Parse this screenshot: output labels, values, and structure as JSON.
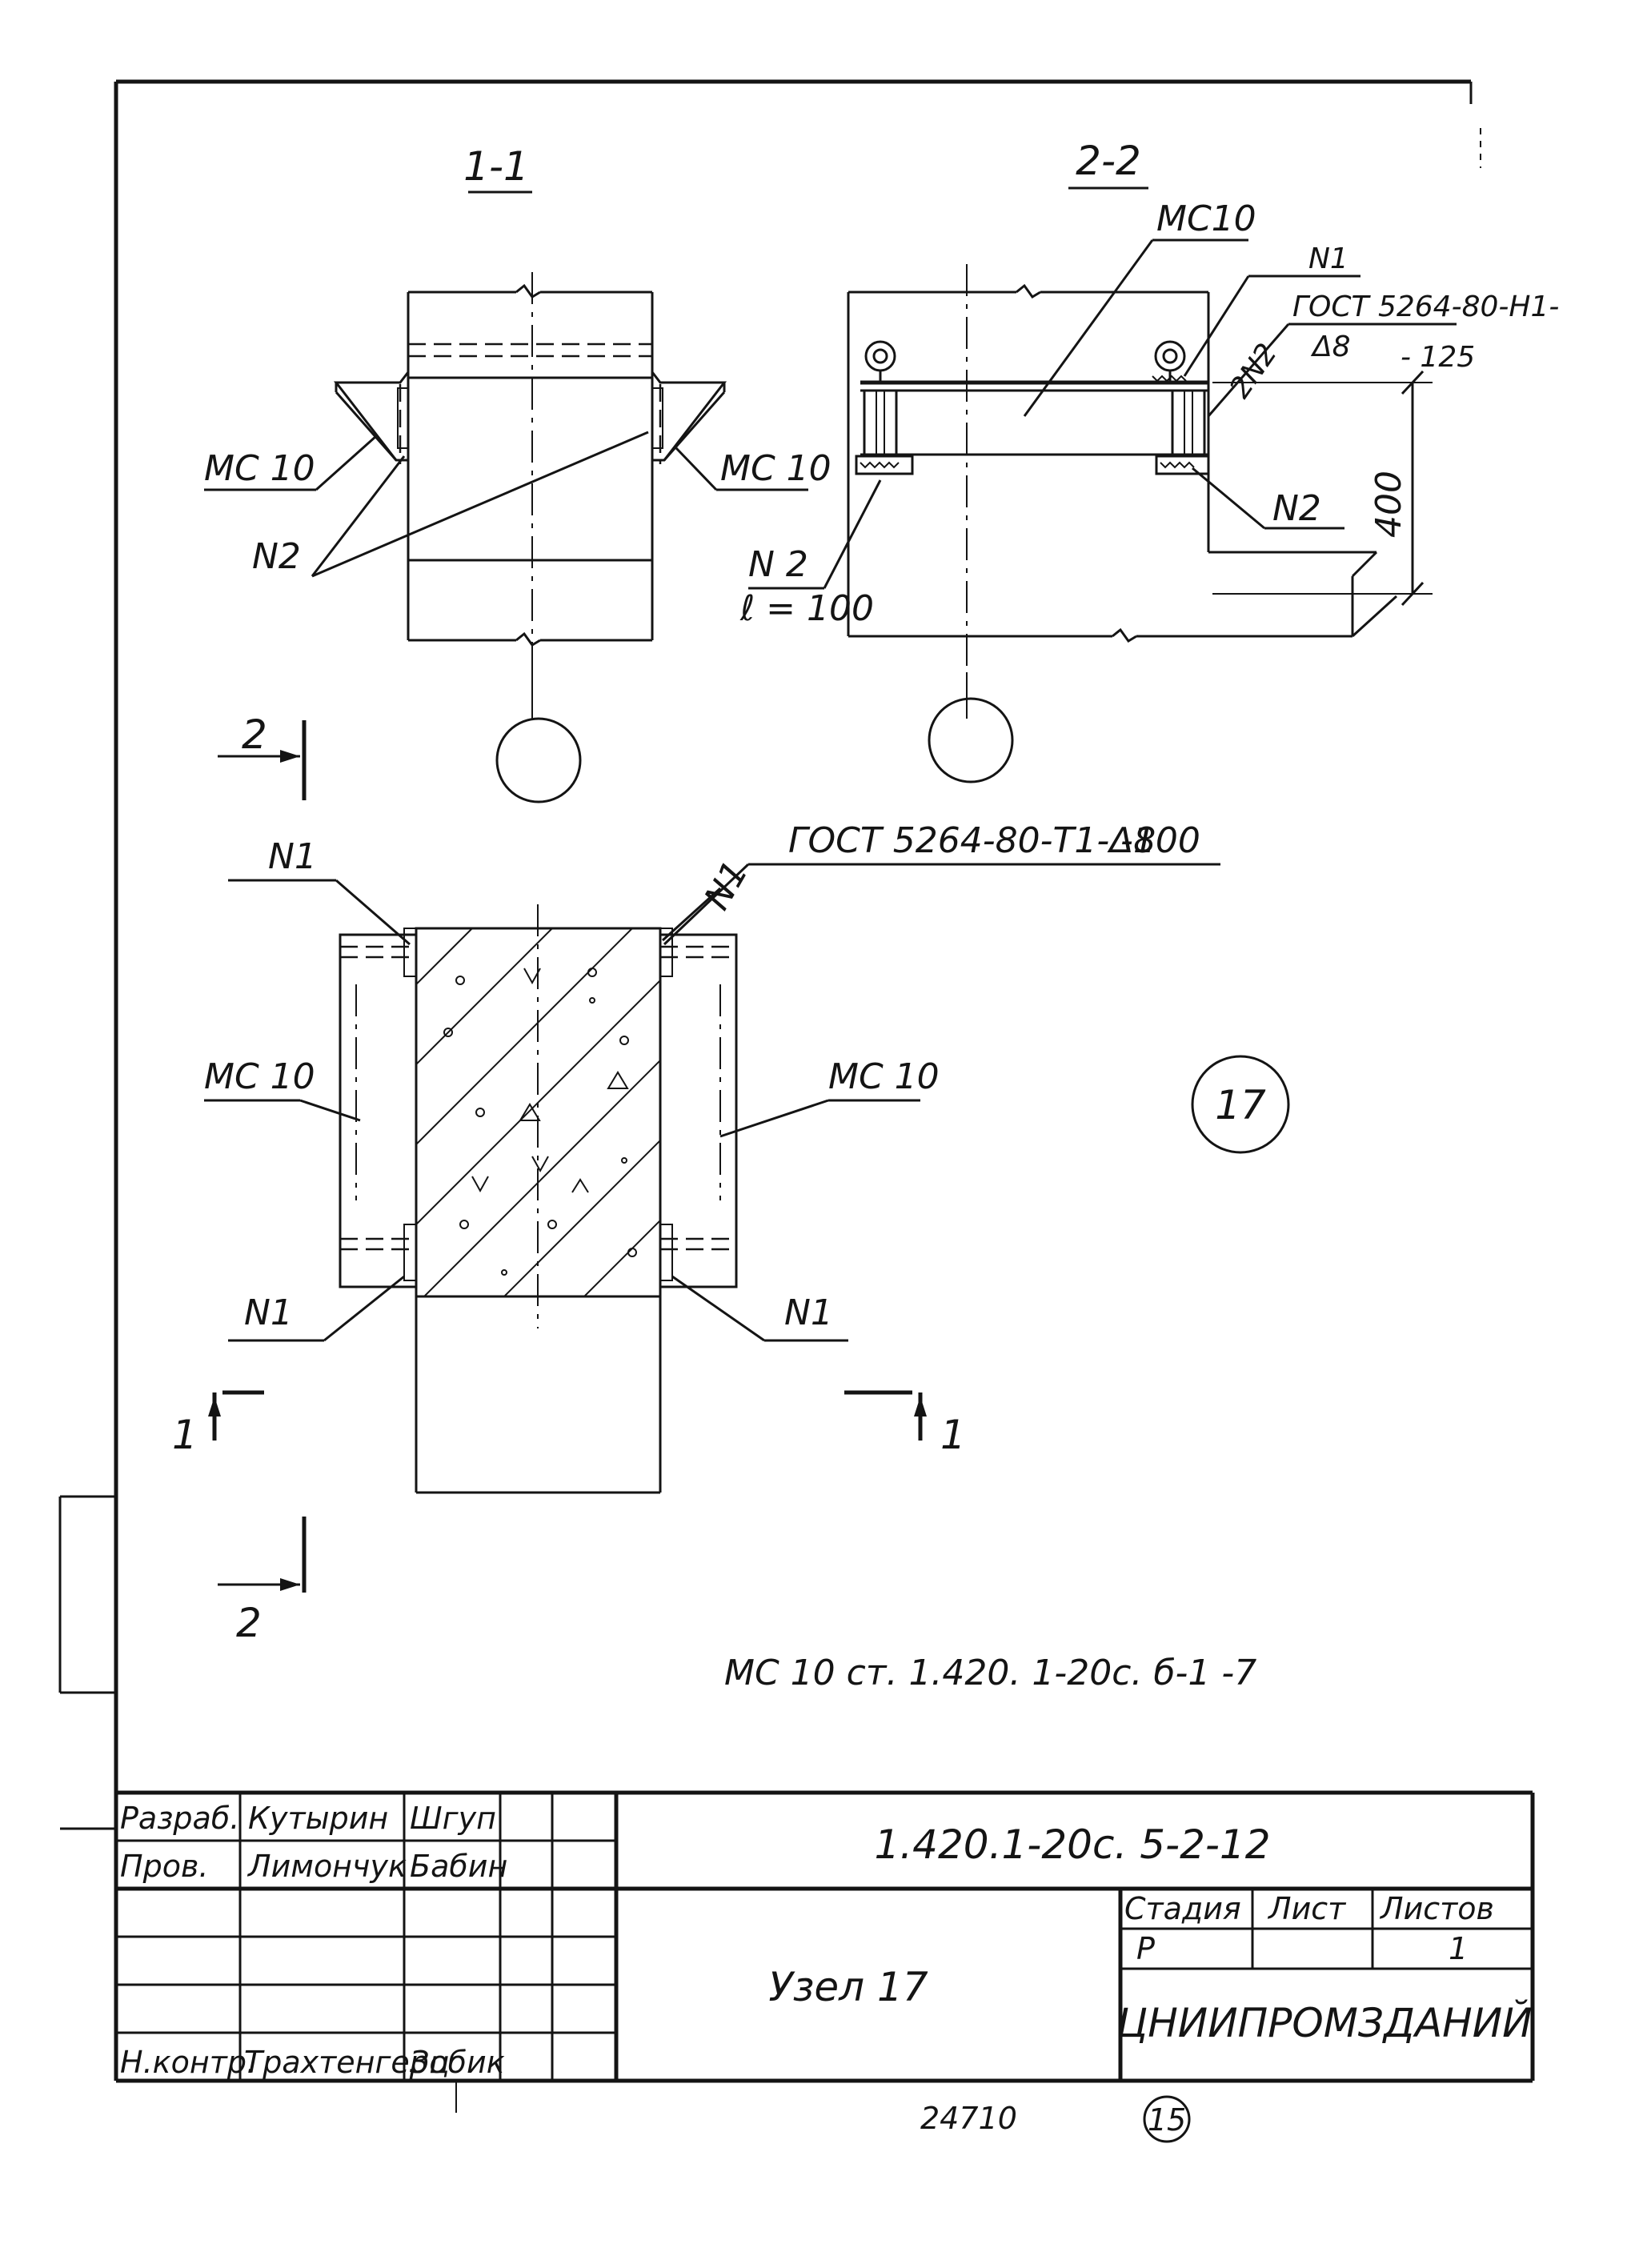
{
  "sections": {
    "s11": {
      "label": "1-1",
      "left_profile": "МС 10",
      "right_profile": "МС 10",
      "part": "N2"
    },
    "s22": {
      "label": "2-2",
      "beam": "МС10",
      "n1": "N1",
      "gost_line1": "ГОСТ 5264-80-Н1-",
      "gost_line2": "Δ8",
      "gost_len": "- 125",
      "n2_count": "2N2",
      "dim": "400",
      "n2_right": "N2",
      "n2_left": "N 2",
      "n2_len": "ℓ = 100"
    }
  },
  "plan": {
    "arrow2_top": "2",
    "arrow2_bottom": "2",
    "gost": "ГОСТ 5264-80-Т1-Δ8",
    "gost_len": "-100",
    "n1_tl": "N1",
    "n1_tr": "N1",
    "n1_bl": "N1",
    "n1_br": "N1",
    "ms_left": "МС 10",
    "ms_right": "МС 10",
    "node_circle": "17",
    "cut1_left": "1",
    "cut1_right": "1"
  },
  "note": "МС 10 ст. 1.420. 1-20с. б-1  -7",
  "title_block": {
    "row1_role": "Разраб.",
    "row1_name": "Кутырин",
    "row1_sign": "Шгуп",
    "row2_role": "Пров.",
    "row2_name": "Лимончук",
    "row2_sign": "Бабин",
    "row6_role": "Н.контр.",
    "row6_name": "Трахтенгерц",
    "row6_sign": "Зобик",
    "doc_code": "1.420.1-20с. 5-2-12",
    "sheet_title": "Узел 17",
    "stage_header": "Стадия",
    "sheet_header": "Лист",
    "sheets_header": "Листов",
    "stage_value": "Р",
    "sheet_value": "",
    "sheets_value": "1",
    "org": "ЦНИИПРОМЗДАНИЙ"
  },
  "footer": {
    "inv": "24710",
    "page": "15"
  }
}
